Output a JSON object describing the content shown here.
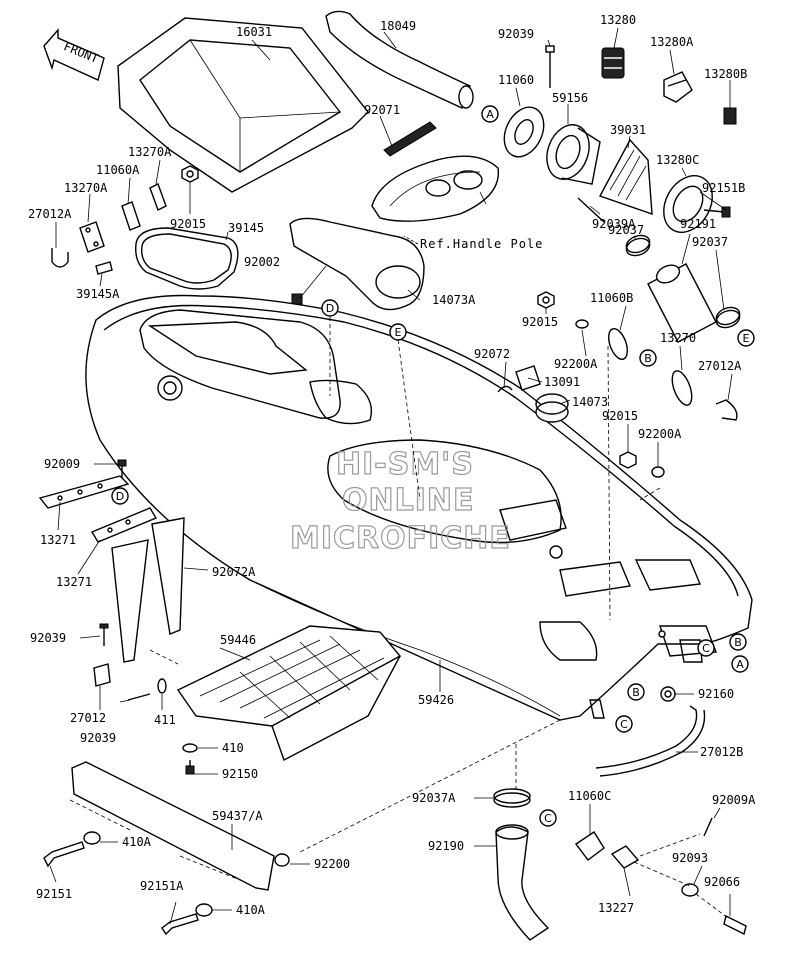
{
  "diagram": {
    "front_arrow_text": "FRONT",
    "reference_note": "Ref.Handle Pole",
    "watermark": [
      "HI-SM'S",
      "ONLINE",
      "MICROFICHE"
    ],
    "part_labels": [
      {
        "id": "p16031",
        "text": "16031"
      },
      {
        "id": "p18049",
        "text": "18049"
      },
      {
        "id": "p13280",
        "text": "13280"
      },
      {
        "id": "p92039a_top",
        "text": "92039"
      },
      {
        "id": "p13280A",
        "text": "13280A"
      },
      {
        "id": "p11060",
        "text": "11060"
      },
      {
        "id": "p13280B",
        "text": "13280B"
      },
      {
        "id": "p59156",
        "text": "59156"
      },
      {
        "id": "p92071",
        "text": "92071"
      },
      {
        "id": "p39031",
        "text": "39031"
      },
      {
        "id": "p13270A",
        "text": "13270A"
      },
      {
        "id": "p11060A",
        "text": "11060A"
      },
      {
        "id": "p13280C",
        "text": "13280C"
      },
      {
        "id": "p13270A_b",
        "text": "13270A"
      },
      {
        "id": "p92151B",
        "text": "92151B"
      },
      {
        "id": "p27012A_l",
        "text": "27012A"
      },
      {
        "id": "p92015_t",
        "text": "92015"
      },
      {
        "id": "p39145",
        "text": "39145"
      },
      {
        "id": "p92039A",
        "text": "92039A"
      },
      {
        "id": "p92037_1",
        "text": "92037"
      },
      {
        "id": "p92191",
        "text": "92191"
      },
      {
        "id": "p92037_2",
        "text": "92037"
      },
      {
        "id": "p92002",
        "text": "92002"
      },
      {
        "id": "p39145A",
        "text": "39145A"
      },
      {
        "id": "p14073A",
        "text": "14073A"
      },
      {
        "id": "p11060B",
        "text": "11060B"
      },
      {
        "id": "p92015_m",
        "text": "92015"
      },
      {
        "id": "p13270",
        "text": "13270"
      },
      {
        "id": "p92072",
        "text": "92072"
      },
      {
        "id": "p92200A_1",
        "text": "92200A"
      },
      {
        "id": "p27012A_r",
        "text": "27012A"
      },
      {
        "id": "p13091",
        "text": "13091"
      },
      {
        "id": "p14073",
        "text": "14073"
      },
      {
        "id": "p92015_b",
        "text": "92015"
      },
      {
        "id": "p92200A_2",
        "text": "92200A"
      },
      {
        "id": "p92009",
        "text": "92009"
      },
      {
        "id": "p13271_1",
        "text": "13271"
      },
      {
        "id": "p13271_2",
        "text": "13271"
      },
      {
        "id": "p92072A",
        "text": "92072A"
      },
      {
        "id": "p92039_l",
        "text": "92039"
      },
      {
        "id": "p59446",
        "text": "59446"
      },
      {
        "id": "p27012",
        "text": "27012"
      },
      {
        "id": "p411",
        "text": "411"
      },
      {
        "id": "p59426",
        "text": "59426"
      },
      {
        "id": "p92160",
        "text": "92160"
      },
      {
        "id": "p92039_b",
        "text": "92039"
      },
      {
        "id": "p410",
        "text": "410"
      },
      {
        "id": "p27012B",
        "text": "27012B"
      },
      {
        "id": "p92150",
        "text": "92150"
      },
      {
        "id": "p92037A",
        "text": "92037A"
      },
      {
        "id": "p11060C",
        "text": "11060C"
      },
      {
        "id": "p92009A",
        "text": "92009A"
      },
      {
        "id": "p59437",
        "text": "59437/A"
      },
      {
        "id": "p410A_1",
        "text": "410A"
      },
      {
        "id": "p92200",
        "text": "92200"
      },
      {
        "id": "p92190",
        "text": "92190"
      },
      {
        "id": "p92093",
        "text": "92093"
      },
      {
        "id": "p92151",
        "text": "92151"
      },
      {
        "id": "p92151A",
        "text": "92151A"
      },
      {
        "id": "p410A_2",
        "text": "410A"
      },
      {
        "id": "p13227",
        "text": "13227"
      },
      {
        "id": "p92066",
        "text": "92066"
      }
    ],
    "callouts": [
      {
        "id": "cA1",
        "text": "A"
      },
      {
        "id": "cB1",
        "text": "B"
      },
      {
        "id": "cD1",
        "text": "D"
      },
      {
        "id": "cE1",
        "text": "E"
      },
      {
        "id": "cE2",
        "text": "E"
      },
      {
        "id": "cD2",
        "text": "D"
      },
      {
        "id": "cB2",
        "text": "B"
      },
      {
        "id": "cC1",
        "text": "C"
      },
      {
        "id": "cA2",
        "text": "A"
      },
      {
        "id": "cB3",
        "text": "B"
      },
      {
        "id": "cC2",
        "text": "C"
      },
      {
        "id": "cC3",
        "text": "C"
      }
    ]
  }
}
